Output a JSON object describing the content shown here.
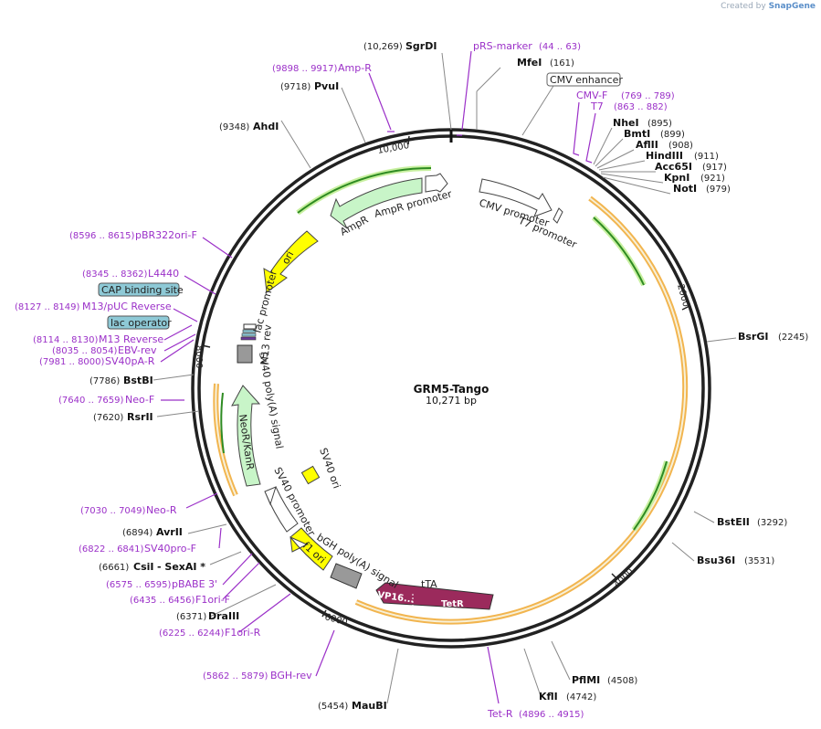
{
  "header": {
    "credit_prefix": "Created by",
    "credit_brand": "SnapGene"
  },
  "plasmid": {
    "name": "GRM5-Tango",
    "length_label": "10,271 bp"
  },
  "ticks": [
    "2000",
    "4000",
    "6000",
    "8000",
    "10,000"
  ],
  "enzymes": [
    {
      "name": "SgrDI",
      "pos": "(10,269)"
    },
    {
      "name": "MfeI",
      "pos": "(161)"
    },
    {
      "name": "NheI",
      "pos": "(895)"
    },
    {
      "name": "BmtI",
      "pos": "(899)"
    },
    {
      "name": "AflII",
      "pos": "(908)"
    },
    {
      "name": "HindIII",
      "pos": "(911)"
    },
    {
      "name": "Acc65I",
      "pos": "(917)"
    },
    {
      "name": "KpnI",
      "pos": "(921)"
    },
    {
      "name": "NotI",
      "pos": "(979)"
    },
    {
      "name": "BsrGI",
      "pos": "(2245)"
    },
    {
      "name": "BstEII",
      "pos": "(3292)"
    },
    {
      "name": "Bsu36I",
      "pos": "(3531)"
    },
    {
      "name": "PflMI",
      "pos": "(4508)"
    },
    {
      "name": "KflI",
      "pos": "(4742)"
    },
    {
      "name": "MauBI",
      "pos": "(5454)"
    },
    {
      "name": "F1ori-R",
      "pos": ""
    },
    {
      "name": "DraIII",
      "pos": "(6371)"
    },
    {
      "name": "CsiI",
      "pos": "(6661)"
    },
    {
      "name": "AvrII",
      "pos": "(6894)"
    },
    {
      "name": "RsrII",
      "pos": "(7620)"
    },
    {
      "name": "BstBI",
      "pos": "(7786)"
    },
    {
      "name": "AhdI",
      "pos": "(9348)"
    },
    {
      "name": "PvuI",
      "pos": "(9718)"
    }
  ],
  "sexai": "- SexAI *",
  "primers": [
    {
      "name": "pRS-marker",
      "range": "(44 .. 63)"
    },
    {
      "name": "Amp-R",
      "range": "(9898 .. 9917)"
    },
    {
      "name": "CMV-F",
      "range": "(769 .. 789)"
    },
    {
      "name": "T7",
      "range": "(863 .. 882)"
    },
    {
      "name": "pBR322ori-F",
      "range": "(8596 .. 8615)"
    },
    {
      "name": "L4440",
      "range": "(8345 .. 8362)"
    },
    {
      "name": "M13/pUC Reverse",
      "range": "(8127 .. 8149)"
    },
    {
      "name": "M13 Reverse",
      "range": "(8114 .. 8130)"
    },
    {
      "name": "EBV-rev",
      "range": "(8035 .. 8054)"
    },
    {
      "name": "SV40pA-R",
      "range": "(7981 .. 8000)"
    },
    {
      "name": "Neo-F",
      "range": "(7640 .. 7659)"
    },
    {
      "name": "Neo-R",
      "range": "(7030 .. 7049)"
    },
    {
      "name": "SV40pro-F",
      "range": "(6822 .. 6841)"
    },
    {
      "name": "pBABE 3'",
      "range": "(6575 .. 6595)"
    },
    {
      "name": "F1ori-F",
      "range": "(6435 .. 6456)"
    },
    {
      "name": "F1ori-R",
      "range": "(6225 .. 6244)"
    },
    {
      "name": "BGH-rev",
      "range": "(5862 .. 5879)"
    },
    {
      "name": "Tet-R",
      "range": "(4896 .. 4915)"
    }
  ],
  "boxed": {
    "cmv_enhancer": "CMV enhancer",
    "cap_site": "CAP binding site",
    "lac_operator": "lac operator"
  },
  "features": {
    "ampr": "AmpR",
    "ampr_promoter": "AmpR promoter",
    "cmv_promoter": "CMV promoter",
    "t7_promoter": "T7 promoter",
    "ori": "ori",
    "lac_promoter": "lac promoter",
    "m13_rev": "M13 rev",
    "sv40_polya": "SV40 poly(A) signal",
    "neokanr": "NeoR/KanR",
    "sv40_ori": "SV40 ori",
    "sv40_promoter": "SV40 promoter",
    "f1_ori": "f1 ori",
    "bgh_polya": "bGH poly(A) signal",
    "tta": "tTA",
    "vp16": "VP16...",
    "tetr": "TetR"
  },
  "colors": {
    "primer": "#9b30c8",
    "orf_outline": "#f0a830",
    "orf_arrow": "#2e8b22",
    "orf_glow": "#c8f0a0",
    "ampr_fill": "#c8f5c8",
    "ori_fill": "#ffff00",
    "tta_fill": "#9b2a5c",
    "terminator_fill": "#999999",
    "box_fill": "#8ec9d6"
  }
}
